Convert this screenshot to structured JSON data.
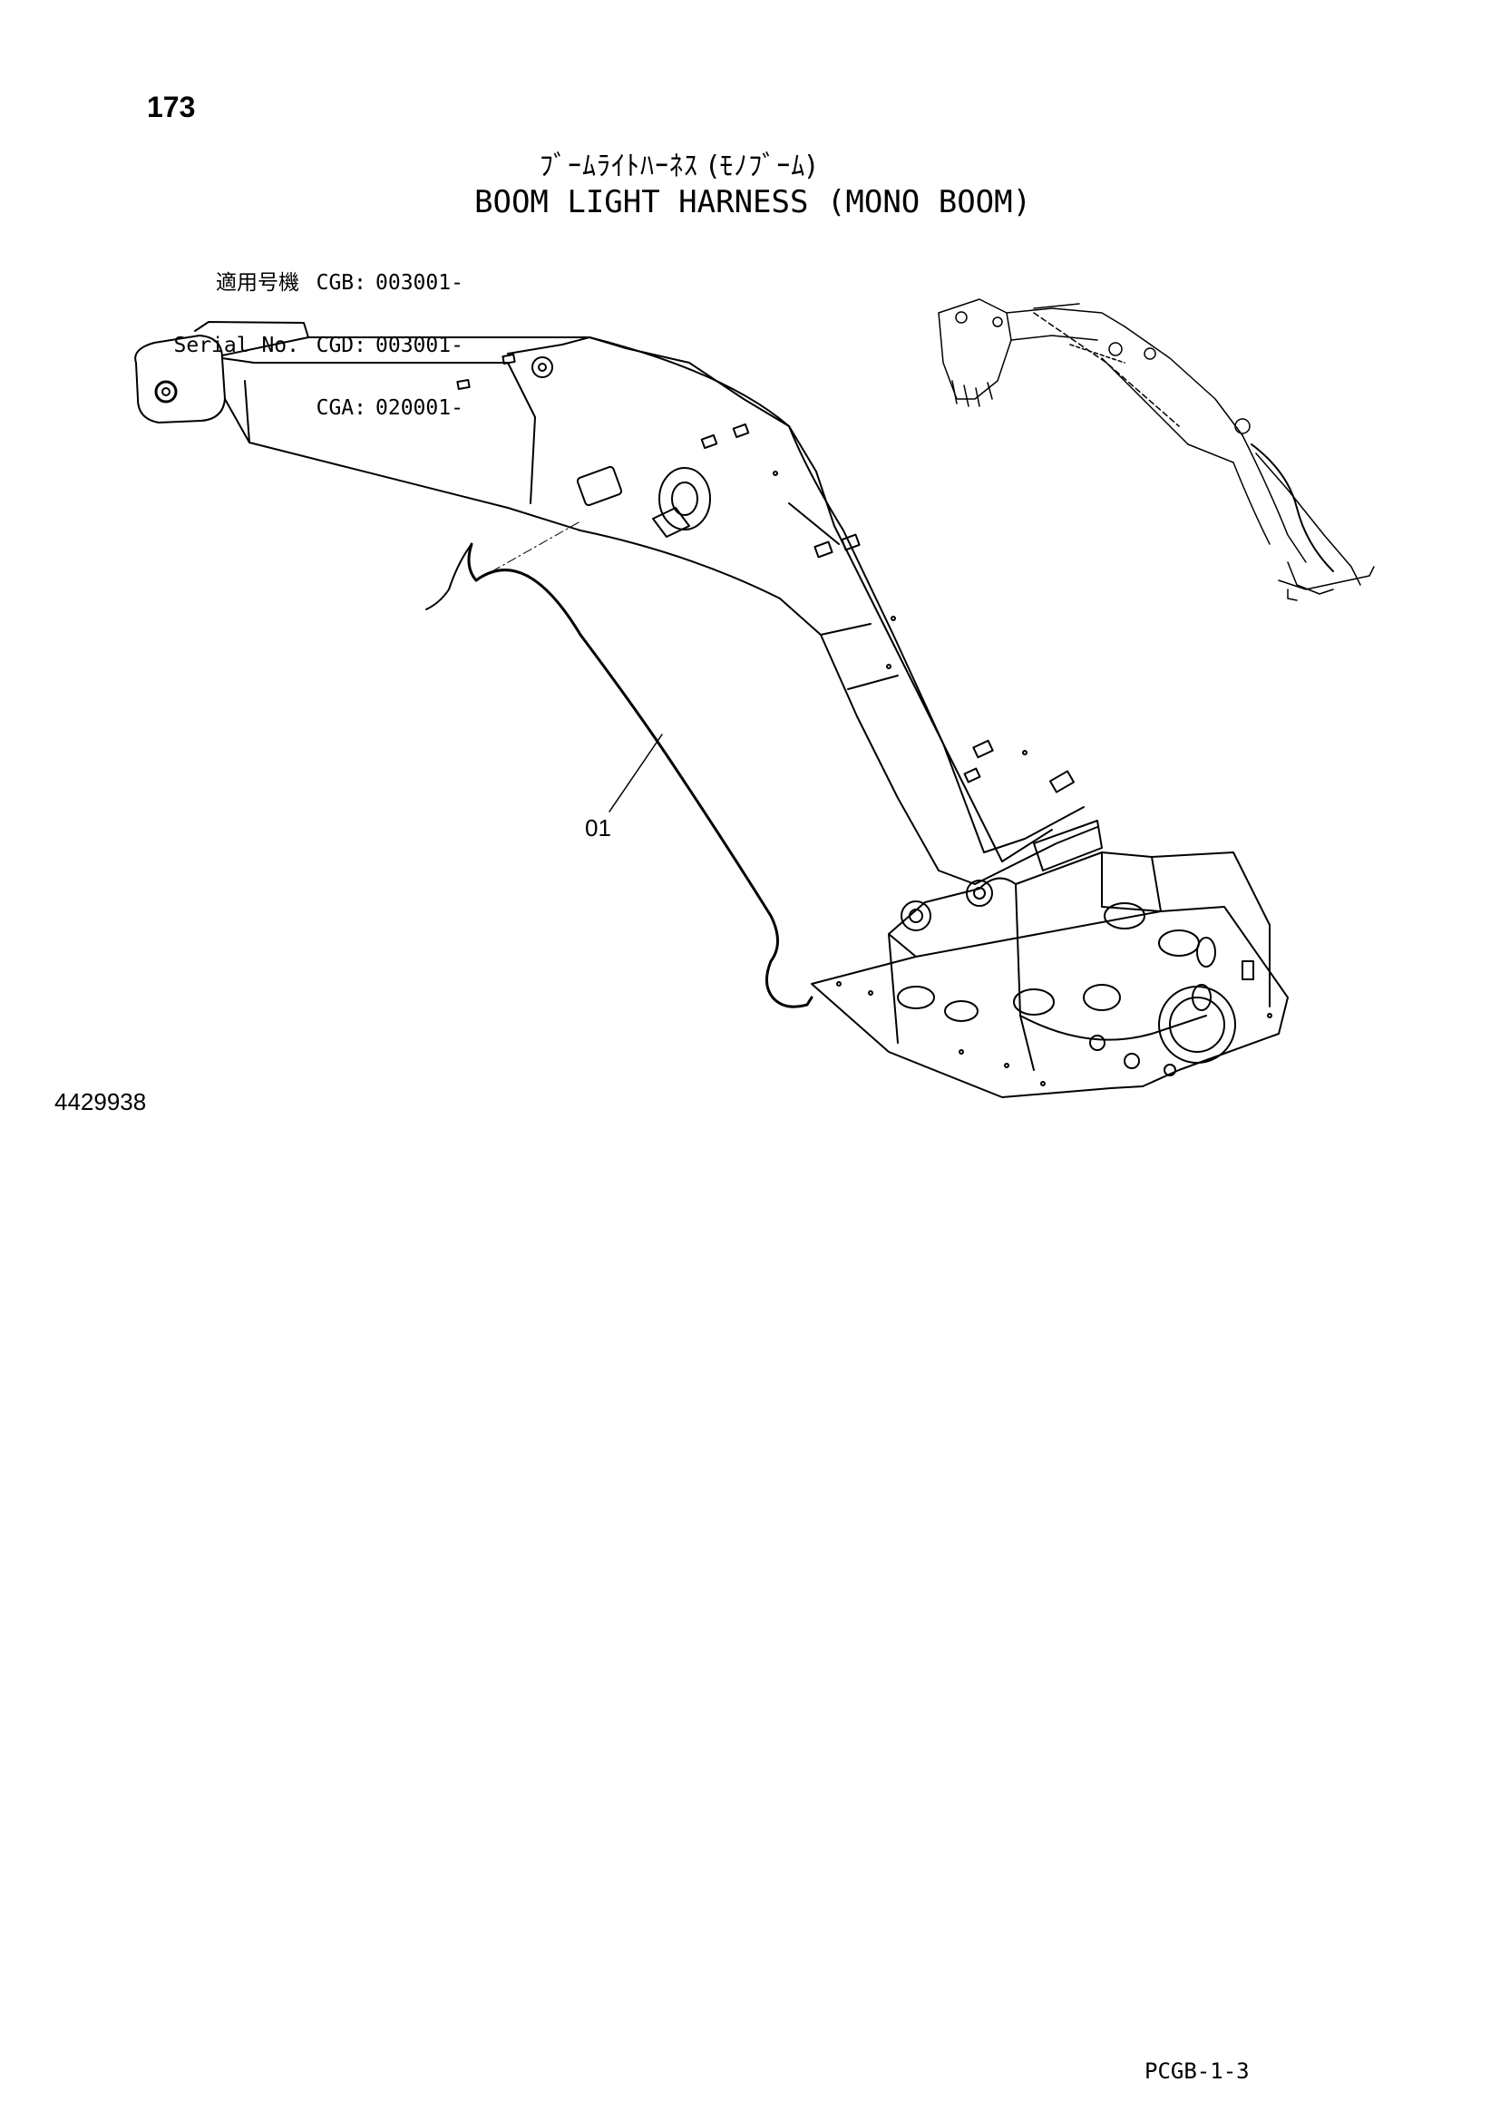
{
  "page": {
    "number": "173",
    "title_jp": "ﾌﾞｰﾑﾗｲﾄﾊｰﾈｽ (ﾓﾉﾌﾞｰﾑ)",
    "title_en": "BOOM LIGHT HARNESS (MONO BOOM)",
    "serial": {
      "label_jp": "適用号機",
      "label_en": "Serial No.",
      "rows": [
        {
          "code": "CGB:",
          "value": "003001-"
        },
        {
          "code": "CGD:",
          "value": "003001-"
        },
        {
          "code": "CGA:",
          "value": "020001-"
        }
      ]
    },
    "part_callout": "01",
    "drawing_number": "4429938",
    "page_code": "PCGB-1-3"
  },
  "icons": {
    "main_drawing": "boom-assembly-drawing",
    "harness": "wire-harness-line",
    "inset": "excavator-front-inset-icon"
  },
  "colors": {
    "ink": "#000000",
    "paper": "#ffffff"
  }
}
